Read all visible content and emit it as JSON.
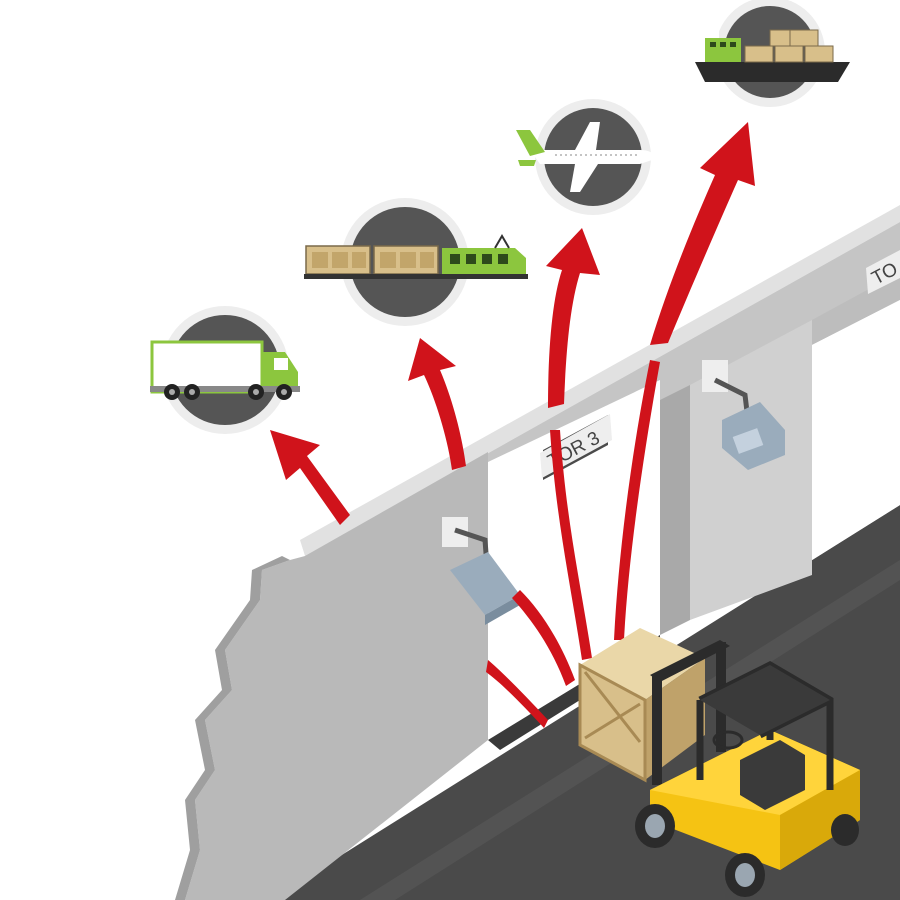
{
  "gates": {
    "gate3_label": "TOR 3",
    "gate4_label": "TO"
  },
  "destinations": [
    {
      "icon": "truck-icon",
      "mode": "road"
    },
    {
      "icon": "train-icon",
      "mode": "rail"
    },
    {
      "icon": "airplane-icon",
      "mode": "air"
    },
    {
      "icon": "cargo-ship-icon",
      "mode": "sea"
    }
  ],
  "colors": {
    "arrow": "#d0131b",
    "wall": "#c8c8c8",
    "floor": "#4a4a4a",
    "circle_bg": "#555555",
    "forklift": "#f5c313",
    "crate": "#d8bf8a",
    "reader": "#9aacbc"
  }
}
